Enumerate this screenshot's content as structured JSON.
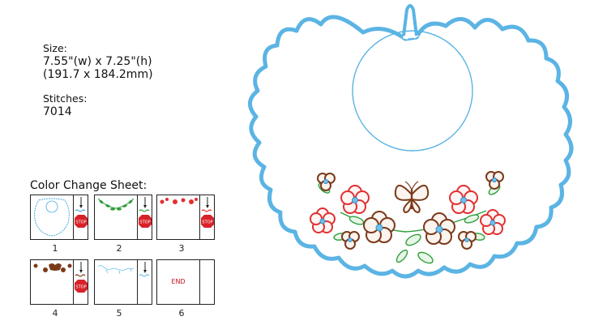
{
  "info": {
    "size_label": "Size:",
    "size_inches": "7.55\"(w) x 7.25\"(h)",
    "size_mm": "(191.7 x 184.2mm)",
    "stitches_label": "Stitches:",
    "stitches_value": "7014"
  },
  "color_sheet": {
    "title": "Color Change Sheet:",
    "stop_text": "STOP",
    "end_text": "END",
    "steps": [
      {
        "number": "1",
        "thread_color": "#4aa8e0",
        "motif": "bib-outline"
      },
      {
        "number": "2",
        "thread_color": "#2e9e3a",
        "motif": "leaves"
      },
      {
        "number": "3",
        "thread_color": "#e03030",
        "motif": "red-flowers"
      },
      {
        "number": "4",
        "thread_color": "#7a3a1a",
        "motif": "brown-flowers"
      },
      {
        "number": "5",
        "thread_color": "#6fc0e8",
        "motif": "light-blue-details"
      },
      {
        "number": "6",
        "thread_color": "",
        "motif": "end"
      }
    ]
  },
  "colors": {
    "bib_blue": "#5bb4e4",
    "thread_green": "#2e9e3a",
    "thread_red": "#e03030",
    "thread_brown": "#7a3a1a",
    "thread_lightblue": "#6fc0e8",
    "stop_red": "#d8222a"
  }
}
